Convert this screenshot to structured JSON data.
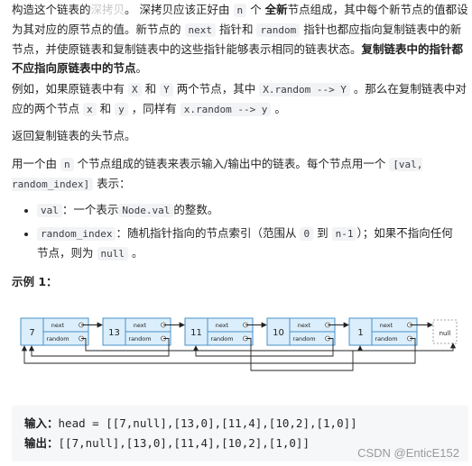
{
  "description": {
    "p1": {
      "s1": "构造这个链表的",
      "deep_copy": "深拷贝",
      "s2": "。 深拷贝应该正好由",
      "code_n": "n",
      "s3": "个",
      "all_new": "全新",
      "s4": "节点组成，其中每个新节点的值都设为其对应的原节点的值。新节点的",
      "code_next": "next",
      "s5": "指针和",
      "code_random": "random",
      "s6": "指针也都应指向复制链表中的新节点，并使原链表和复制链表中的这些指针能够表示相同的链表状态。",
      "bold_end": "复制链表中的指针都不应指向原链表中的节点",
      "s7": "。"
    },
    "p2": {
      "s1": "例如，如果原链表中有",
      "code_X": "X",
      "s2": "和",
      "code_Y": "Y",
      "s3": "两个节点，其中",
      "code_xr": "X.random --> Y",
      "s4": "。那么在复制链表中对应的两个节点",
      "code_x": "x",
      "s5": "和",
      "code_y": "y",
      "s6": "，同样有",
      "code_yr": "x.random --> y",
      "s7": "。"
    },
    "p3": "返回复制链表的头节点。",
    "p4": {
      "s1": "用一个由",
      "code_n": "n",
      "s2": "个节点组成的链表来表示输入/输出中的链表。每个节点用一个",
      "code_pair": "[val, random_index]",
      "s3": "表示："
    },
    "bullets": [
      {
        "code": "val",
        "text1": "：一个表示",
        "code2": "Node.val",
        "text2": "的整数。"
      },
      {
        "code": "random_index",
        "text1": "：随机指针指向的节点索引（范围从",
        "code2": "0",
        "text2": "到",
        "code3": "n-1",
        "text3": "）；如果不指向任何节点，则为",
        "code4": "null",
        "text4": "。"
      }
    ]
  },
  "example": {
    "title": "示例 1：",
    "diagram": {
      "nodes": [
        "7",
        "13",
        "11",
        "10",
        "1"
      ],
      "field_next": "next",
      "field_random": "random",
      "null_label": "null"
    },
    "input_label": "输入：",
    "input_value": "head = [[7,null],[13,0],[11,4],[10,2],[1,0]]",
    "output_label": "输出：",
    "output_value": "[[7,null],[13,0],[11,4],[10,2],[1,0]]"
  },
  "watermark": "CSDN @EnticE152",
  "colors": {
    "node_fill": "#dbeefb",
    "node_stroke": "#4a90c8",
    "highlight_text": "#c9c9c9"
  }
}
